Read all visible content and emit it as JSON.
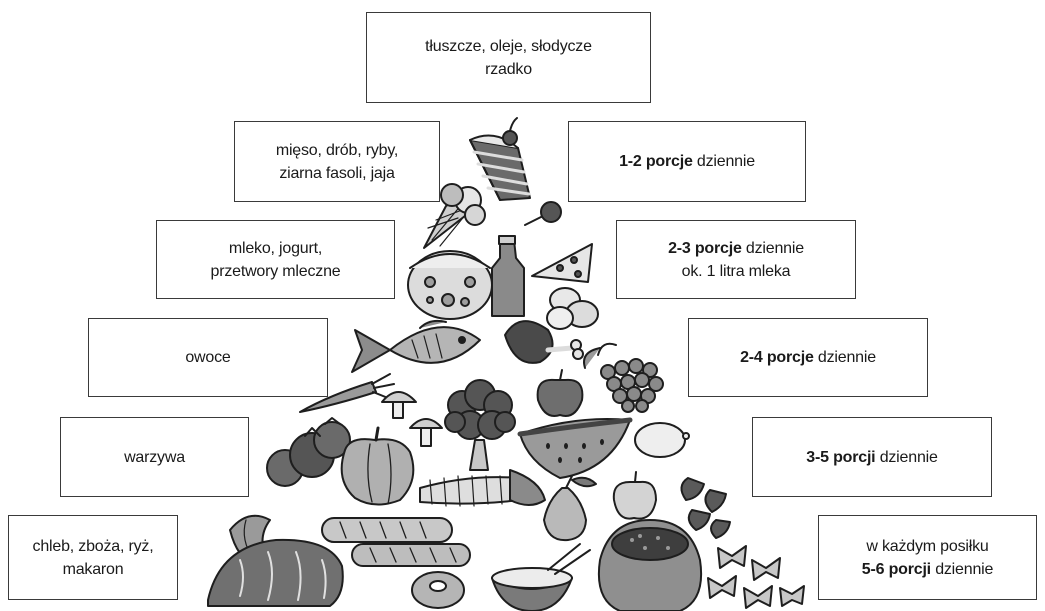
{
  "pyramid": {
    "tiers": [
      {
        "food_line1": "tłuszcze, oleje, słodycze",
        "food_line2": "rzadko"
      },
      {
        "food_line1": "mięso, drób, ryby,",
        "food_line2": "ziarna fasoli, jaja",
        "servings_bold": "1-2 porcje",
        "servings_rest": "dziennie"
      },
      {
        "food_line1": "mleko, jogurt,",
        "food_line2": "przetwory mleczne",
        "servings_bold": "2-3 porcje",
        "servings_rest": "dziennie",
        "servings_line2": "ok. 1 litra mleka"
      },
      {
        "food_line1": "owoce",
        "servings_bold": "2-4 porcje",
        "servings_rest": "dziennie"
      },
      {
        "food_line1": "warzywa",
        "servings_bold": "3-5 porcji",
        "servings_rest": "dziennie"
      },
      {
        "food_line1": "chleb, zboża, ryż,",
        "food_line2": "makaron",
        "servings_line1": "w każdym posiłku",
        "servings_bold": "5-6 porcji",
        "servings_rest": "dziennie"
      }
    ]
  },
  "illustration": {
    "icons": [
      "cake-icon",
      "ice-cream-icon",
      "lollipop-icon",
      "cheese-icon",
      "milk-bottle-icon",
      "pizza-slice-icon",
      "eggs-icon",
      "fish-icon",
      "chicken-leg-icon",
      "grapes-icon",
      "apple-icon",
      "carrot-icon",
      "mushroom-icon",
      "broccoli-icon",
      "tomato-icon",
      "pepper-icon",
      "watermelon-icon",
      "lemon-icon",
      "corn-icon",
      "pear-icon",
      "strawberry-icon",
      "croissant-icon",
      "baguette-icon",
      "bread-loaf-icon",
      "bagel-icon",
      "rice-bowl-icon",
      "grain-sack-icon",
      "pasta-icon"
    ]
  }
}
